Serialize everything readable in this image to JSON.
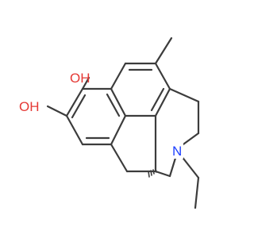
{
  "molecule": {
    "atoms": [
      {
        "id": "o_top",
        "symbol": "OH",
        "color": "#e53935"
      },
      {
        "id": "o_left",
        "symbol": "OH",
        "color": "#e53935"
      },
      {
        "id": "n",
        "symbol": "N",
        "color": "#1e40ff"
      }
    ],
    "bond_color": "#3c3c3c"
  }
}
